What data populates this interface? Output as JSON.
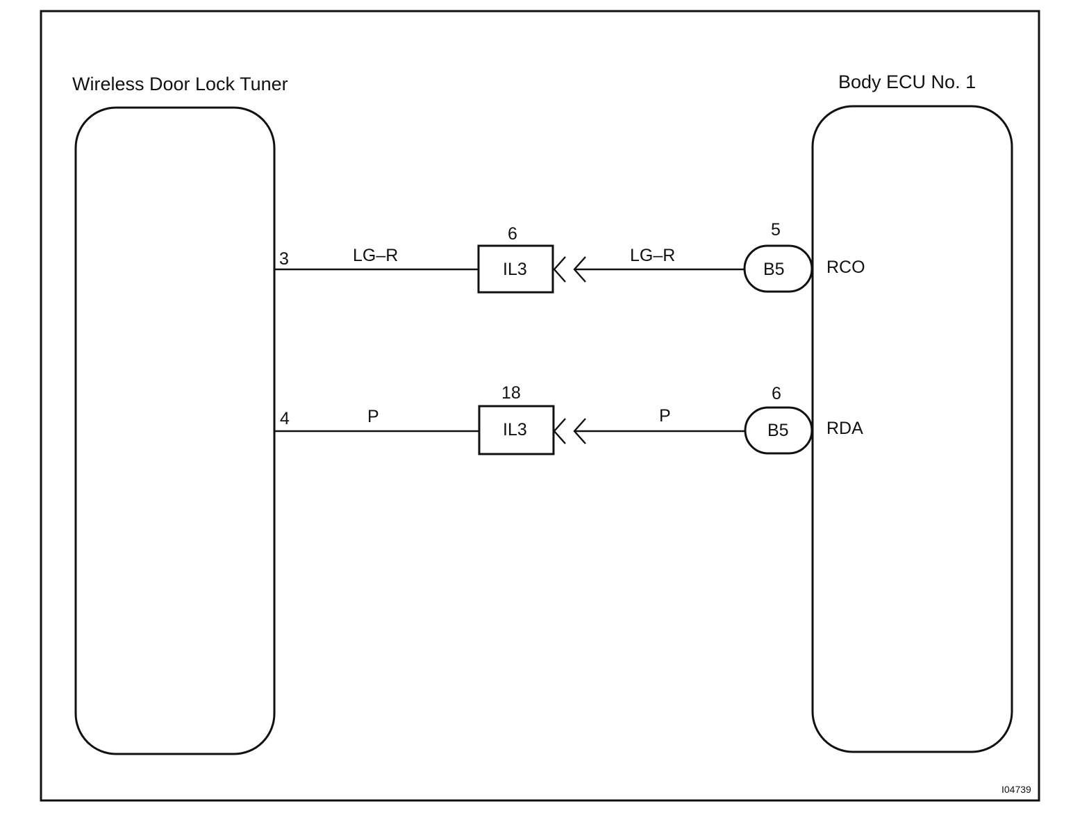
{
  "components": {
    "left": {
      "label": "Wireless Door Lock Tuner"
    },
    "right": {
      "label": "Body ECU No. 1"
    }
  },
  "circuits": [
    {
      "left_pin": "3",
      "left_wire": "LG–R",
      "junction_connector": "IL3",
      "junction_pin": "6",
      "right_wire": "LG–R",
      "ecu_connector": "B5",
      "ecu_pin": "5",
      "terminal": "RCO"
    },
    {
      "left_pin": "4",
      "left_wire": "P",
      "junction_connector": "IL3",
      "junction_pin": "18",
      "right_wire": "P",
      "ecu_connector": "B5",
      "ecu_pin": "6",
      "terminal": "RDA"
    }
  ],
  "figure_id": "I04739"
}
